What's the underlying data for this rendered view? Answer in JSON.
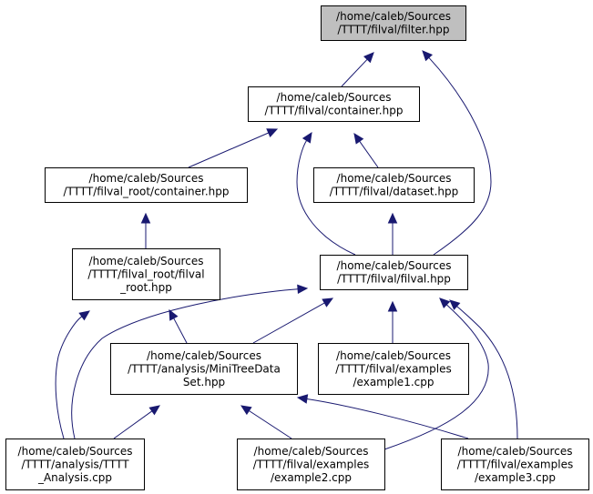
{
  "graph": {
    "edge_color": "#191970",
    "root_fill": "#bfbfbf",
    "nodes": [
      {
        "id": "filter_hpp",
        "lines": [
          "/home/caleb/Sources",
          "/TTTT/filval/filter.hpp"
        ],
        "highlighted": true
      },
      {
        "id": "container_hpp",
        "lines": [
          "/home/caleb/Sources",
          "/TTTT/filval/container.hpp"
        ]
      },
      {
        "id": "root_container_hpp",
        "lines": [
          "/home/caleb/Sources",
          "/TTTT/filval_root/container.hpp"
        ]
      },
      {
        "id": "dataset_hpp",
        "lines": [
          "/home/caleb/Sources",
          "/TTTT/filval/dataset.hpp"
        ]
      },
      {
        "id": "filval_root_hpp",
        "lines": [
          "/home/caleb/Sources",
          "/TTTT/filval_root/filval",
          "_root.hpp"
        ]
      },
      {
        "id": "filval_hpp",
        "lines": [
          "/home/caleb/Sources",
          "/TTTT/filval/filval.hpp"
        ]
      },
      {
        "id": "minitree_hpp",
        "lines": [
          "/home/caleb/Sources",
          "/TTTT/analysis/MiniTreeData",
          "Set.hpp"
        ]
      },
      {
        "id": "example1_cpp",
        "lines": [
          "/home/caleb/Sources",
          "/TTTT/filval/examples",
          "/example1.cpp"
        ]
      },
      {
        "id": "tttt_analysis_cpp",
        "lines": [
          "/home/caleb/Sources",
          "/TTTT/analysis/TTTT",
          "_Analysis.cpp"
        ]
      },
      {
        "id": "example2_cpp",
        "lines": [
          "/home/caleb/Sources",
          "/TTTT/filval/examples",
          "/example2.cpp"
        ]
      },
      {
        "id": "example3_cpp",
        "lines": [
          "/home/caleb/Sources",
          "/TTTT/filval/examples",
          "/example3.cpp"
        ]
      }
    ],
    "edges": [
      {
        "from": "container_hpp",
        "to": "filter_hpp"
      },
      {
        "from": "filval_hpp",
        "to": "filter_hpp"
      },
      {
        "from": "root_container_hpp",
        "to": "container_hpp"
      },
      {
        "from": "filval_hpp",
        "to": "container_hpp"
      },
      {
        "from": "dataset_hpp",
        "to": "container_hpp"
      },
      {
        "from": "filval_root_hpp",
        "to": "root_container_hpp"
      },
      {
        "from": "filval_hpp",
        "to": "dataset_hpp"
      },
      {
        "from": "tttt_analysis_cpp",
        "to": "filval_root_hpp"
      },
      {
        "from": "minitree_hpp",
        "to": "filval_root_hpp"
      },
      {
        "from": "tttt_analysis_cpp",
        "to": "filval_hpp"
      },
      {
        "from": "minitree_hpp",
        "to": "filval_hpp"
      },
      {
        "from": "example1_cpp",
        "to": "filval_hpp"
      },
      {
        "from": "example2_cpp",
        "to": "filval_hpp"
      },
      {
        "from": "example3_cpp",
        "to": "filval_hpp"
      },
      {
        "from": "tttt_analysis_cpp",
        "to": "minitree_hpp"
      },
      {
        "from": "example2_cpp",
        "to": "minitree_hpp"
      },
      {
        "from": "example3_cpp",
        "to": "minitree_hpp"
      }
    ]
  }
}
